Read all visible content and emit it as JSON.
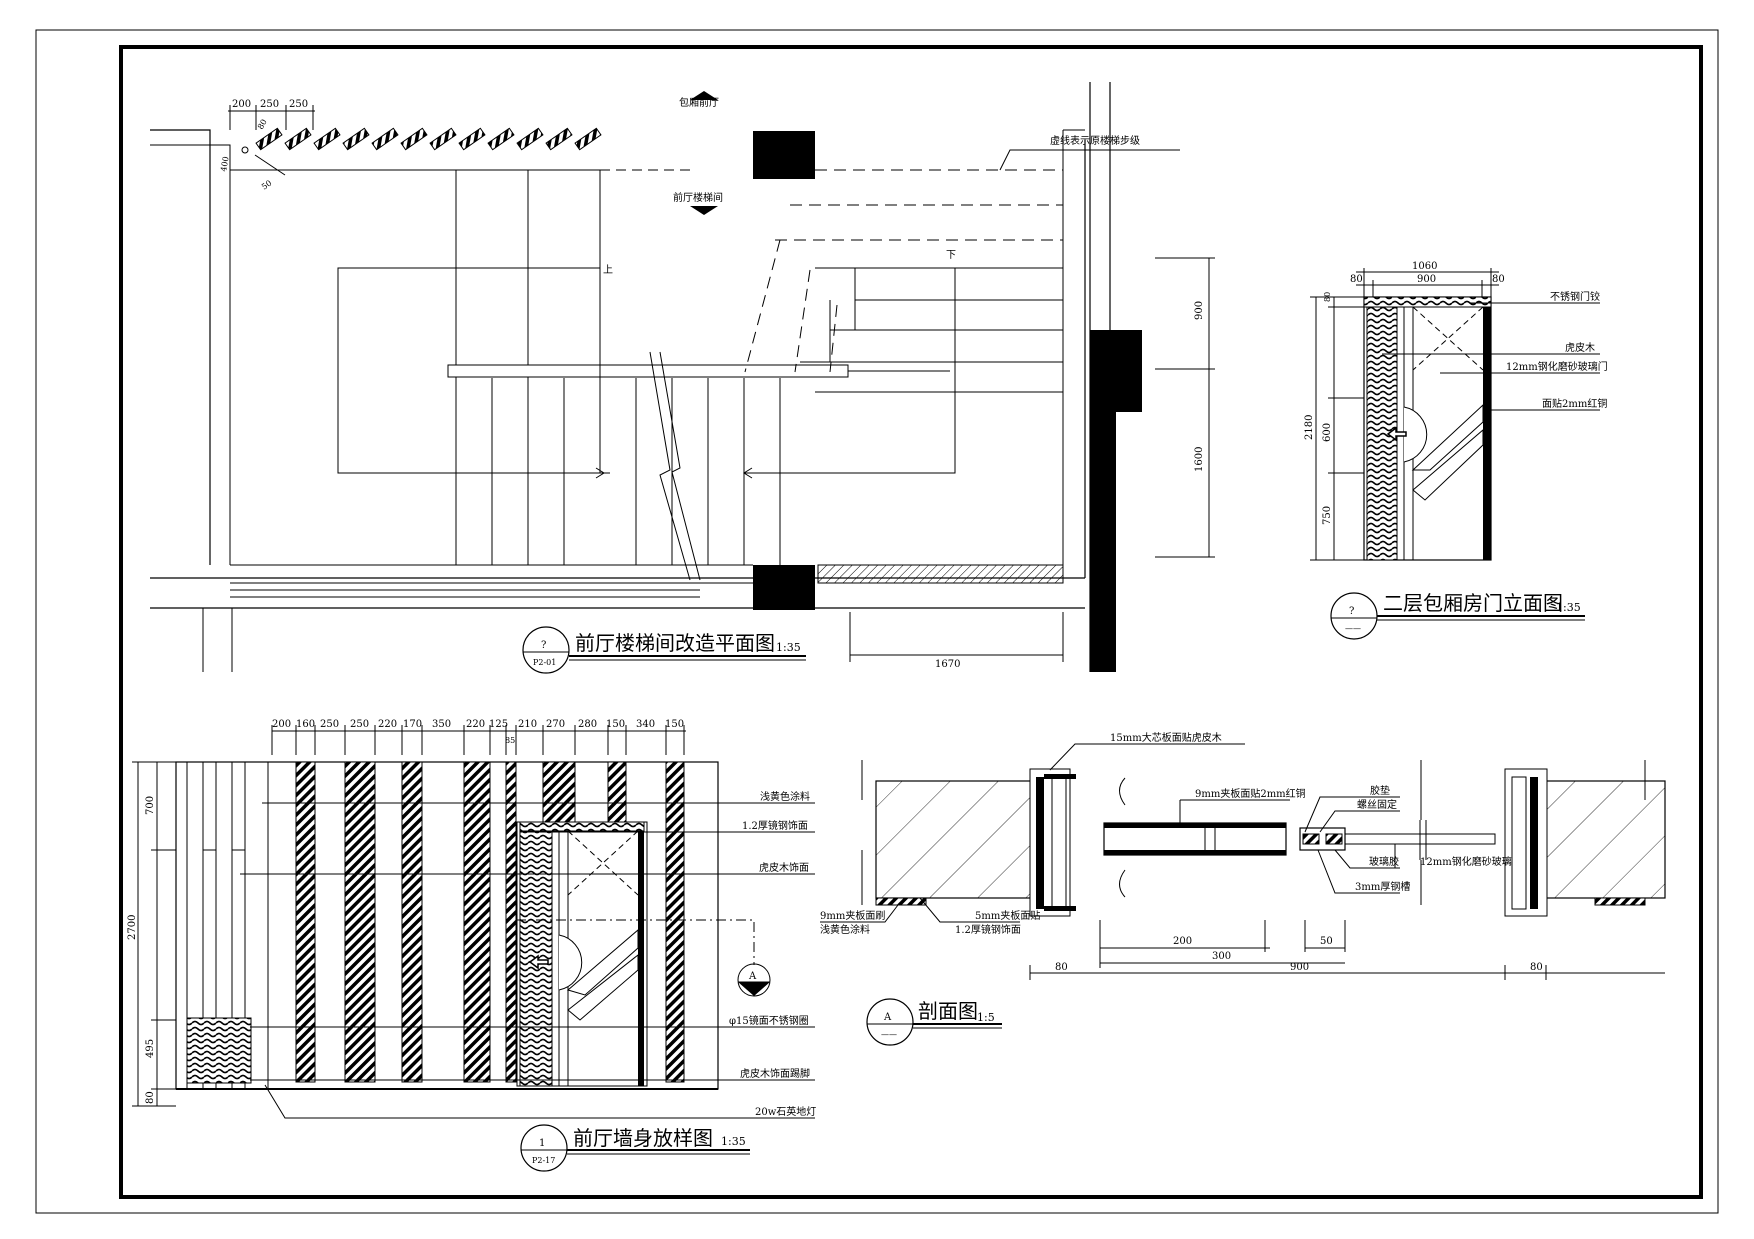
{
  "colors": {
    "line": "#000000",
    "paper": "#ffffff"
  },
  "plan": {
    "title": "前厅楼梯间改造平面图",
    "scale": "1:35",
    "marker_top": "?",
    "marker_bottom": "P2-01",
    "label_box_room": "包厢前厅",
    "label_stair_room": "前厅楼梯间",
    "label_up": "上",
    "label_down": "下",
    "note_dashed": "虚线表示原楼梯步级",
    "dims_top": [
      "200",
      "250",
      "250"
    ],
    "dim_diag_a": "400",
    "dim_diag_b": "80",
    "dim_diag_c": "50",
    "dims_right": [
      "900",
      "1600"
    ],
    "dim_bottom": "1670"
  },
  "door": {
    "title": "二层包厢房门立面图",
    "scale": "1:35",
    "marker_top": "?",
    "marker_bottom": "——",
    "dim_total_w": "1060",
    "dims_w": [
      "80",
      "900",
      "80"
    ],
    "dim_total_h": "2180",
    "dims_h": [
      "80",
      "600",
      "750"
    ],
    "notes": [
      "不锈钢门铰",
      "虎皮木",
      "12mm钢化磨砂玻璃门",
      "面贴2mm红铜"
    ]
  },
  "wall": {
    "title": "前厅墙身放样图",
    "scale": "1:35",
    "marker_top": "1",
    "marker_bottom": "P2-17",
    "dims_top": [
      "200",
      "160",
      "250",
      "250",
      "220",
      "170",
      "350",
      "220",
      "125",
      "210",
      "270",
      "280",
      "150",
      "340",
      "150"
    ],
    "dim_top_extra": "85",
    "dim_total_h": "2700",
    "dims_h": [
      "700",
      "495",
      "80"
    ],
    "notes": [
      "浅黄色涂料",
      "1.2厚镜钢饰面",
      "虎皮木饰面",
      "φ15镜面不锈钢圈",
      "虎皮木饰面踢脚",
      "20w石英地灯"
    ],
    "section_marker": "A"
  },
  "section": {
    "title": "剖面图",
    "scale": "1:5",
    "marker": "A",
    "marker_bottom": "——",
    "notes_top": [
      "15mm大芯板面贴虎皮木",
      "9mm夹板面贴2mm红铜",
      "胶垫",
      "螺丝固定"
    ],
    "notes_right": [
      "玻璃胶",
      "12mm钢化磨砂玻璃",
      "3mm厚钢槽"
    ],
    "notes_bottom_left": [
      "9mm夹板面刷",
      "浅黄色涂料"
    ],
    "notes_bottom_mid": [
      "5mm夹板面贴",
      "1.2厚镜钢饰面"
    ],
    "dims_upper": [
      "200",
      "50"
    ],
    "dim_mid": "300",
    "dims_lower": [
      "80",
      "900",
      "80"
    ]
  }
}
